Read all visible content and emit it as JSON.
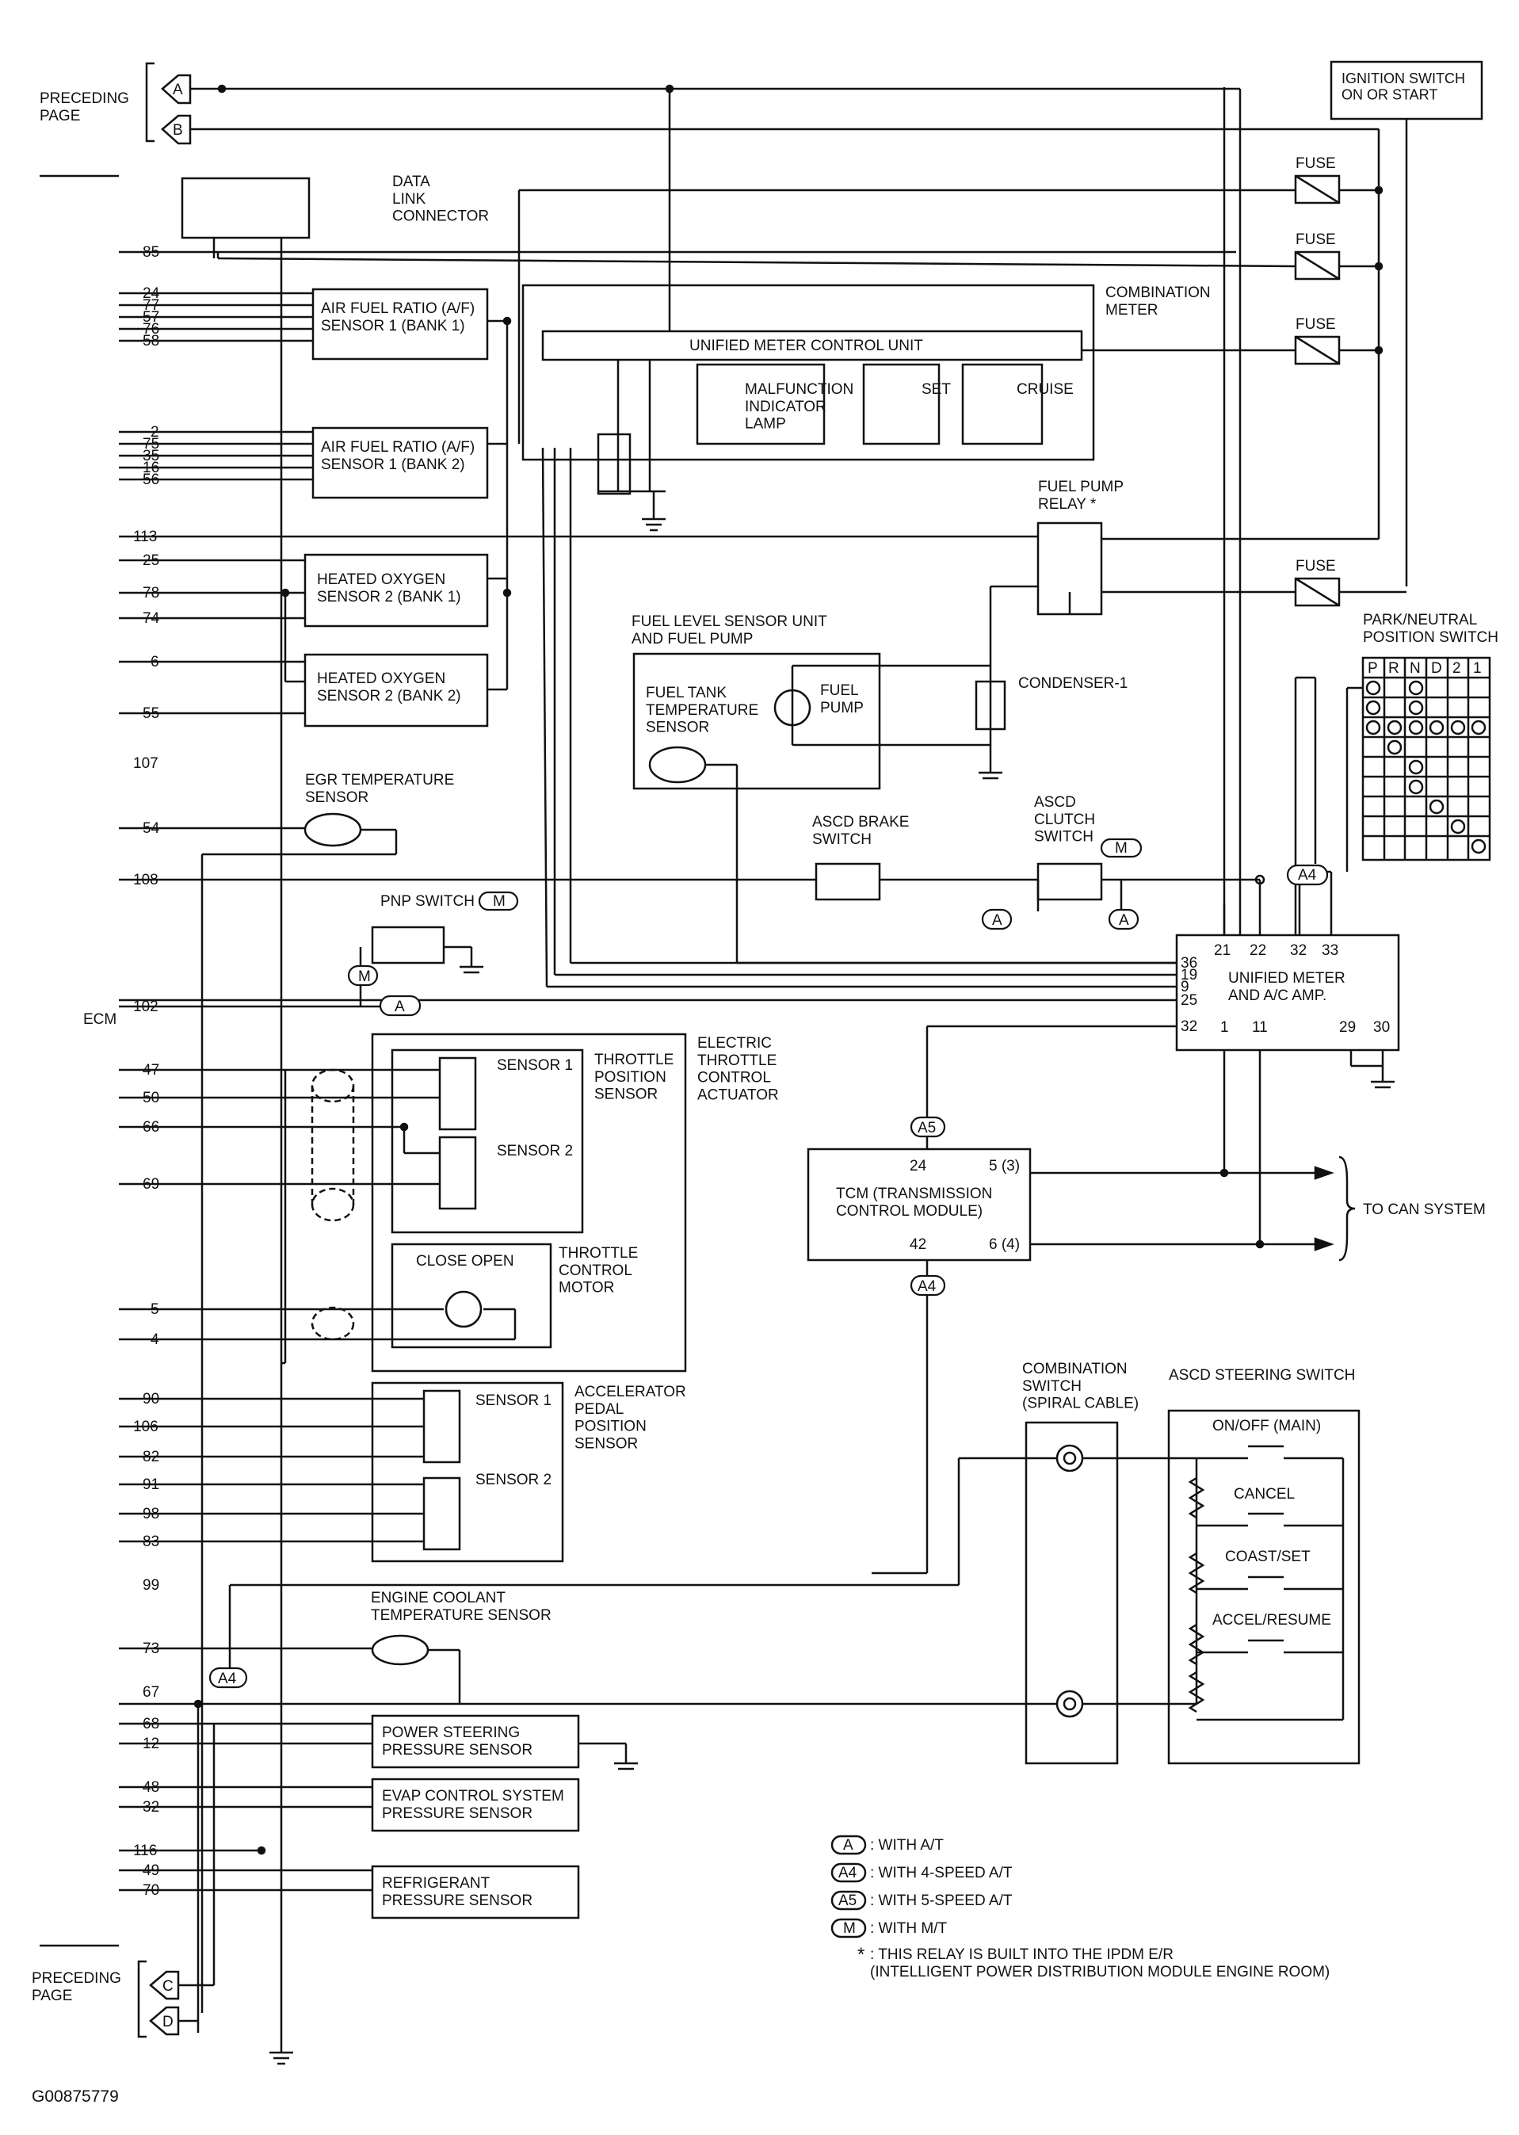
{
  "preceding_page_top": "PRECEDING\nPAGE",
  "preceding_page_bottom": "PRECEDING\nPAGE",
  "connectors": {
    "a": "A",
    "b": "B",
    "c": "C",
    "d": "D"
  },
  "ignition_switch": "IGNITION SWITCH\nON OR START",
  "fuse_label": "FUSE",
  "data_link_connector": "DATA\nLINK\nCONNECTOR",
  "ecm_label": "ECM",
  "pins": {
    "p85": "85",
    "p24": "24",
    "p77": "77",
    "p57": "57",
    "p76": "76",
    "p58": "58",
    "p2": "2",
    "p75": "75",
    "p35": "35",
    "p16": "16",
    "p56": "56",
    "p113": "113",
    "p25": "25",
    "p78": "78",
    "p74": "74",
    "p6": "6",
    "p55": "55",
    "p107": "107",
    "p54": "54",
    "p108": "108",
    "p102": "102",
    "p47": "47",
    "p50": "50",
    "p66": "66",
    "p69": "69",
    "p5": "5",
    "p4": "4",
    "p90": "90",
    "p106": "106",
    "p82": "82",
    "p91": "91",
    "p98": "98",
    "p83": "83",
    "p99": "99",
    "p73": "73",
    "p67": "67",
    "p68": "68",
    "p12": "12",
    "p48": "48",
    "p32": "32",
    "p116": "116",
    "p49": "49",
    "p70": "70"
  },
  "af_sensor_bank1": "AIR FUEL RATIO (A/F)\nSENSOR 1 (BANK 1)",
  "af_sensor_bank2": "AIR FUEL RATIO (A/F)\nSENSOR 1 (BANK 2)",
  "heated_o2_bank1": "HEATED OXYGEN\nSENSOR 2 (BANK 1)",
  "heated_o2_bank2": "HEATED OXYGEN\nSENSOR 2 (BANK 2)",
  "combination_meter": "COMBINATION\nMETER",
  "unified_meter_control_unit": "UNIFIED METER CONTROL UNIT",
  "malfunction_indicator_lamp": "MALFUNCTION\nINDICATOR\nLAMP",
  "set_lamp": "SET",
  "cruise_lamp": "CRUISE",
  "fuel_pump_relay": "FUEL PUMP\nRELAY *",
  "fuel_level_sensor_unit": "FUEL LEVEL SENSOR UNIT\nAND FUEL PUMP",
  "fuel_tank_temp_sensor": "FUEL TANK\nTEMPERATURE\nSENSOR",
  "fuel_pump": "FUEL\nPUMP",
  "condenser": "CONDENSER-1",
  "park_neutral_switch": "PARK/NEUTRAL\nPOSITION SWITCH",
  "pnp_positions": [
    "P",
    "R",
    "N",
    "D",
    "2",
    "1"
  ],
  "egr_temp_sensor": "EGR TEMPERATURE\nSENSOR",
  "ascd_brake_switch": "ASCD BRAKE\nSWITCH",
  "ascd_clutch_switch": "ASCD\nCLUTCH\nSWITCH",
  "pnp_switch": "PNP SWITCH",
  "tag_m": "M",
  "tag_a": "A",
  "tag_a4": "A4",
  "tag_a5": "A5",
  "unified_meter_ac_amp": "UNIFIED METER\nAND A/C AMP.",
  "amp_pins_top": [
    "21",
    "22",
    "32",
    "33"
  ],
  "amp_pins_left": [
    "36",
    "19",
    "9",
    "25",
    "32"
  ],
  "amp_pins_bottom": [
    "1",
    "11",
    "29",
    "30"
  ],
  "electric_throttle_actuator": "ELECTRIC\nTHROTTLE\nCONTROL\nACTUATOR",
  "throttle_position_sensor": "THROTTLE\nPOSITION\nSENSOR",
  "sensor_1": "SENSOR 1",
  "sensor_2": "SENSOR 2",
  "throttle_control_motor": "THROTTLE\nCONTROL\nMOTOR",
  "close_open": "CLOSE  OPEN",
  "accelerator_pedal_sensor": "ACCELERATOR\nPEDAL\nPOSITION\nSENSOR",
  "tcm_label": "TCM (TRANSMISSION\nCONTROL MODULE)",
  "tcm_pins": {
    "p24": "24",
    "p53": "5 (3)",
    "p42": "42",
    "p64": "6 (4)"
  },
  "to_can_system": "TO CAN SYSTEM",
  "combination_switch": "COMBINATION\nSWITCH\n(SPIRAL CABLE)",
  "ascd_steering_switch": "ASCD STEERING SWITCH",
  "steer_onoff": "ON/OFF (MAIN)",
  "steer_cancel": "CANCEL",
  "steer_coast": "COAST/SET",
  "steer_accel": "ACCEL/RESUME",
  "engine_coolant_sensor": "ENGINE COOLANT\nTEMPERATURE SENSOR",
  "power_steering_sensor": "POWER STEERING\nPRESSURE SENSOR",
  "evap_sensor": "EVAP CONTROL SYSTEM\nPRESSURE SENSOR",
  "refrigerant_sensor": "REFRIGERANT\nPRESSURE SENSOR",
  "legend": {
    "a": ": WITH A/T",
    "a4": ": WITH 4-SPEED A/T",
    "a5": ": WITH 5-SPEED A/T",
    "m": ": WITH M/T",
    "star": "*",
    "star_text": ": THIS RELAY IS BUILT INTO THE IPDM E/R\n(INTELLIGENT POWER DISTRIBUTION MODULE ENGINE ROOM)"
  },
  "figure_id": "G00875779"
}
